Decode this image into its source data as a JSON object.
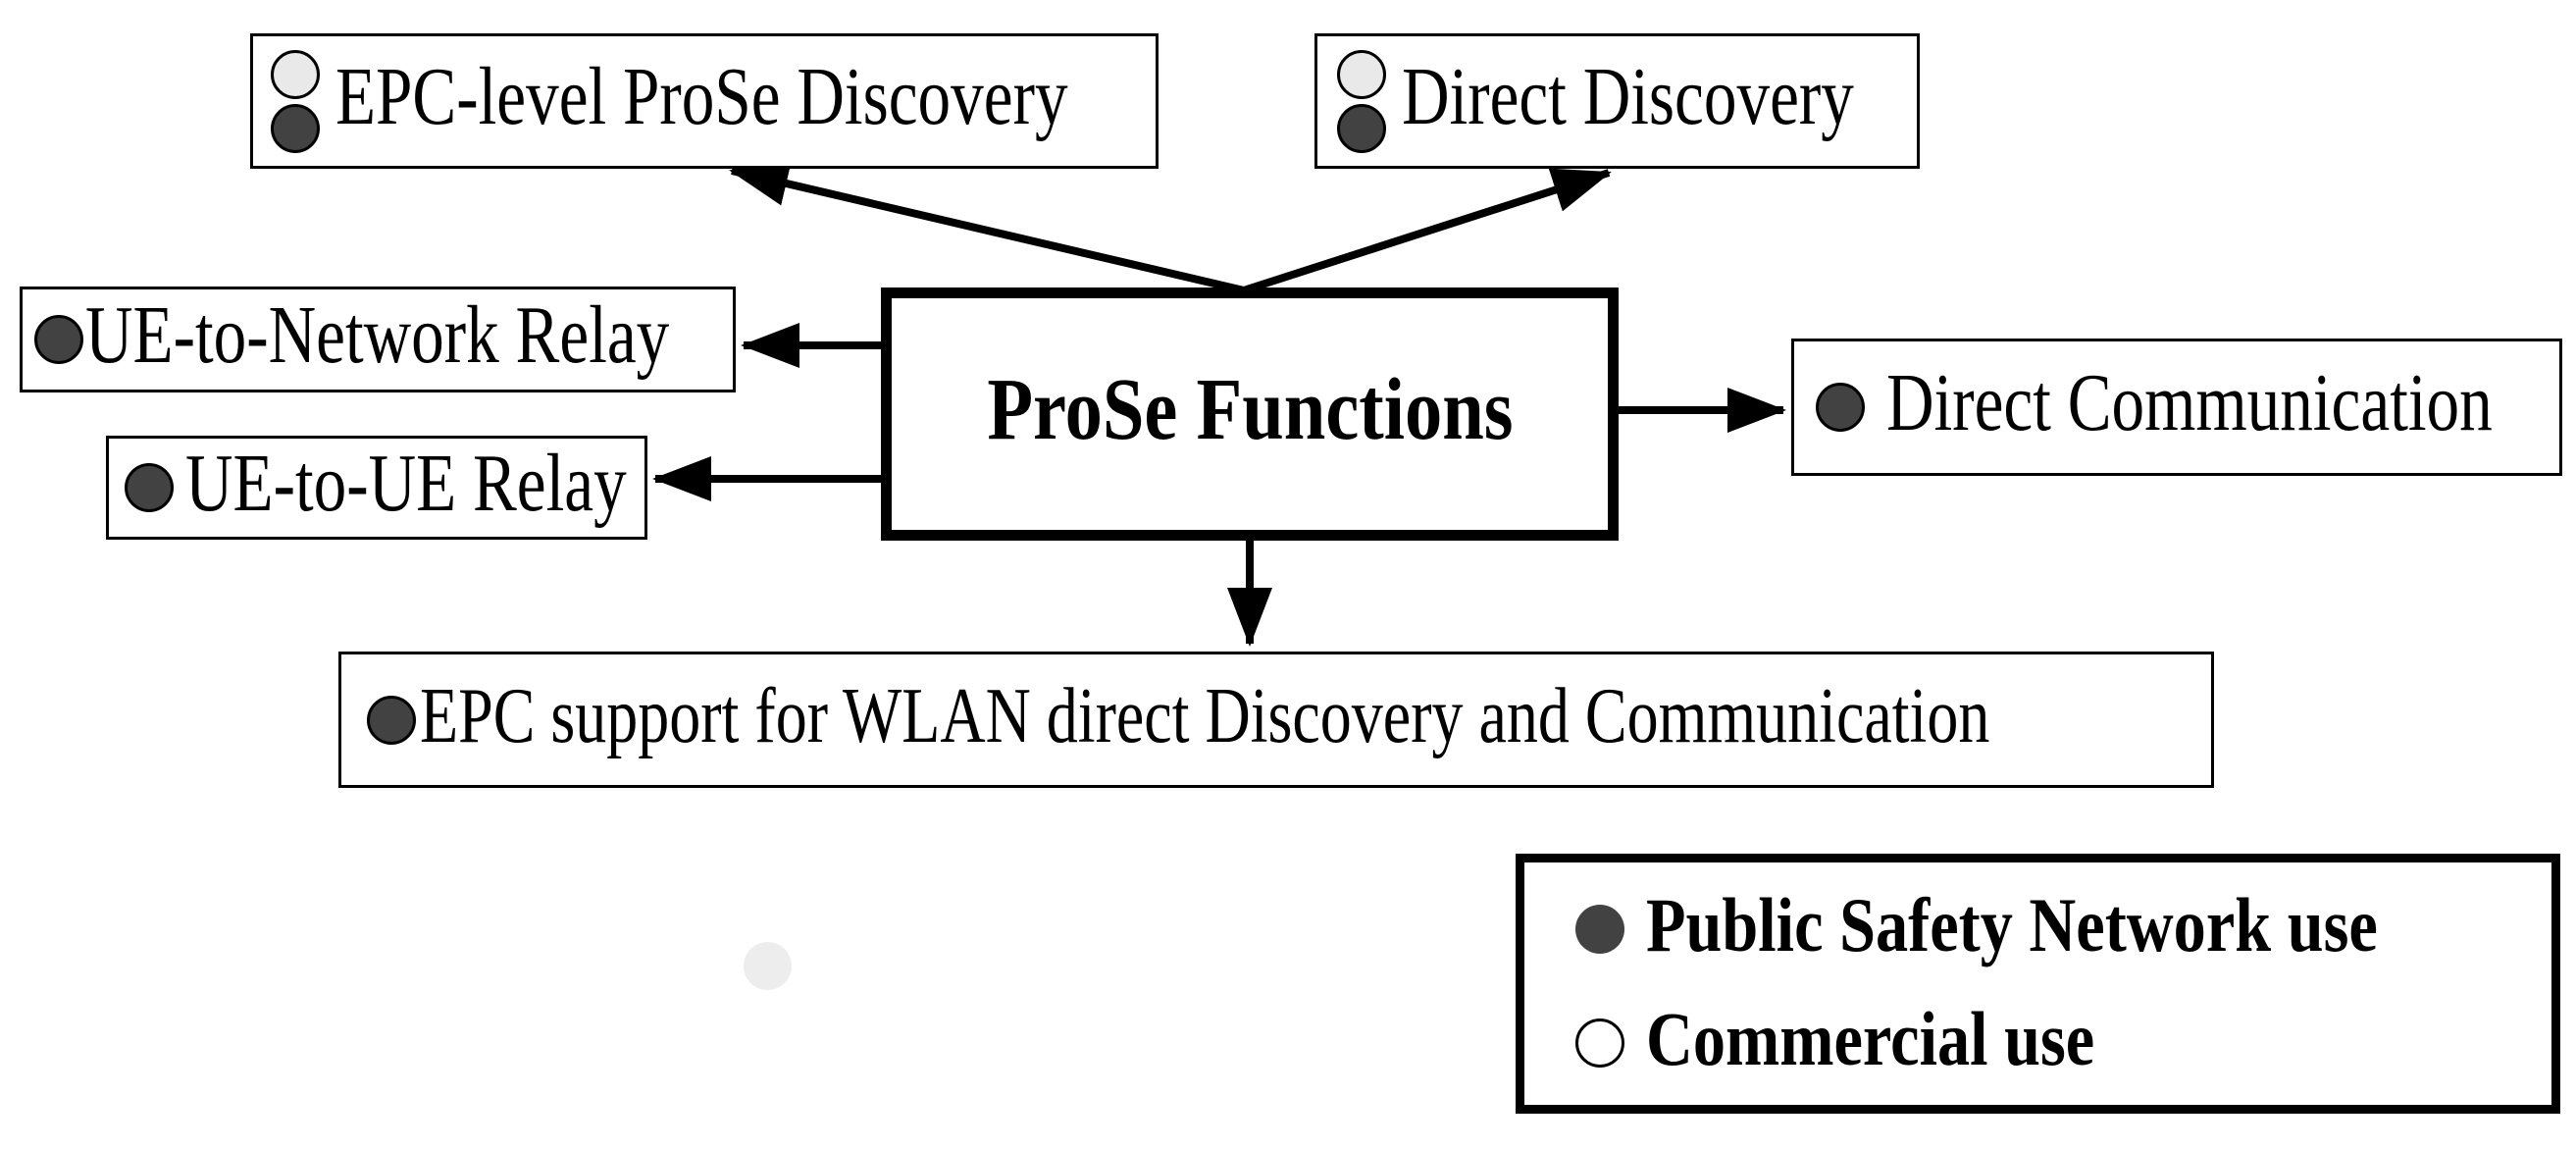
{
  "diagram": {
    "center_node": {
      "label": "ProSe Functions"
    },
    "nodes": [
      {
        "id": "epc-level-prose-discovery",
        "label": "EPC-level ProSe Discovery",
        "markers": [
          "commercial",
          "public-safety"
        ]
      },
      {
        "id": "direct-discovery",
        "label": "Direct Discovery",
        "markers": [
          "commercial",
          "public-safety"
        ]
      },
      {
        "id": "ue-to-network-relay",
        "label": "UE-to-Network Relay",
        "markers": [
          "public-safety"
        ]
      },
      {
        "id": "ue-to-ue-relay",
        "label": "UE-to-UE Relay",
        "markers": [
          "public-safety"
        ]
      },
      {
        "id": "direct-communication",
        "label": "Direct Communication",
        "markers": [
          "public-safety"
        ]
      },
      {
        "id": "epc-support-wlan",
        "label": "EPC support for WLAN direct Discovery and Communication",
        "markers": [
          "public-safety"
        ]
      }
    ],
    "legend": {
      "items": [
        {
          "marker": "filled-circle",
          "label": "Public Safety Network use"
        },
        {
          "marker": "open-circle",
          "label": "Commercial use"
        }
      ]
    },
    "colors": {
      "public_safety_marker": "#424242",
      "commercial_marker": "#e9e9e9",
      "legend_open_marker": "#ffffff",
      "outline": "#000000",
      "background": "#ffffff",
      "watermark_dot": "#ededed"
    }
  }
}
